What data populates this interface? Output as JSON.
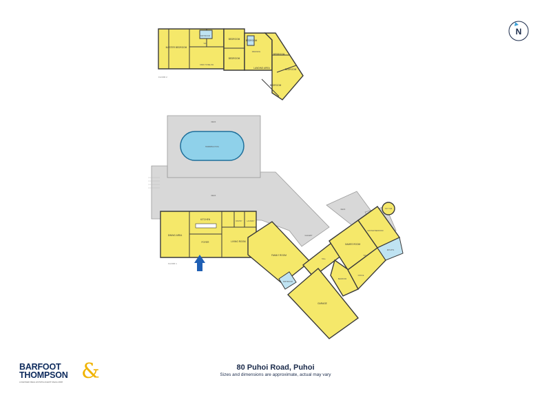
{
  "compass": {
    "letter": "N",
    "color_ring": "#1a2a4a",
    "color_arrow": "#3aa0d8"
  },
  "levels": {
    "upper": "FLOOR 2",
    "lower": "FLOOR 1"
  },
  "upper_rooms": {
    "master": "MASTER BEDROOM",
    "bathroom": "BATHROOM",
    "wc": "WIC",
    "bedroom_a": "BEDROOM",
    "bedroom_b": "BEDROOM",
    "dressing": "DRESSING",
    "landing": "LANDING AREA",
    "bedroom_c": "BEDROOM",
    "bedroom_d": "BEDROOM",
    "bedroom_e": "BEDROOM",
    "bedroom_f": "BEDROOM",
    "open_below": "OPEN TO BELOW"
  },
  "outdoor": {
    "deck_top": "DECK",
    "pool": "SWIMMING POOL",
    "deck_main": "DECK",
    "deck_right": "DECK",
    "deck_far": "DECK",
    "hot_tub": "HOT TUB"
  },
  "lower_rooms": {
    "dining": "DINING AREA",
    "kitchen": "KITCHEN",
    "foyer": "FOYER",
    "living": "LIVING ROOM",
    "pantry": "PANTRY",
    "laundry": "LAUNDRY",
    "family": "FAMILY ROOM",
    "hall": "HALL",
    "bathroom": "BATHROOM",
    "garage": "GARAGE",
    "games": "GAMES ROOM",
    "bedroom": "BEDROOM",
    "office": "OFFICE",
    "master": "MASTER BEDROOM",
    "wic": "WIC",
    "ensuite": "ENSUITE",
    "gallery": "GALLERY"
  },
  "entry_arrow_color": "#1f5fb4",
  "footer": {
    "address": "80 Puhoi Road, Puhoi",
    "disclaimer": "Sizes and dimensions are approximate, actual may vary"
  },
  "brand": {
    "line1": "BARFOOT",
    "line2": "THOMPSON",
    "amp": "&",
    "tag": "LICENSED REAL ESTATE AGENT REAA 2008",
    "primary": "#0d2a5c",
    "accent": "#f0b300"
  }
}
